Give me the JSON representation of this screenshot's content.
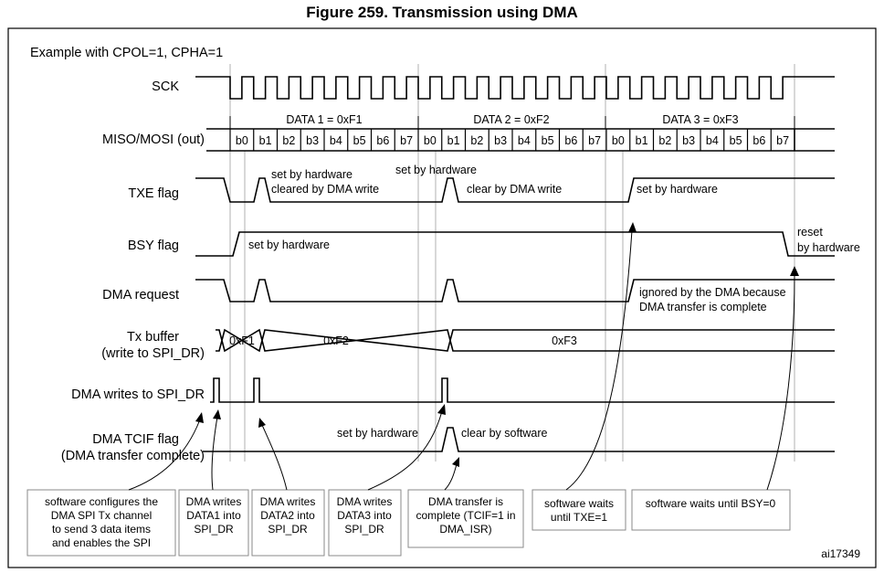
{
  "figure": {
    "title": "Figure 259. Transmission using DMA",
    "example": "Example with CPOL=1, CPHA=1",
    "ref_id": "ai17349"
  },
  "signals": {
    "sck": "SCK",
    "miso_mosi": "MISO/MOSI (out)",
    "txe": "TXE flag",
    "bsy": "BSY flag",
    "dma_request": "DMA request",
    "tx_buffer_1": "Tx buffer",
    "tx_buffer_2": "(write to SPI_DR)",
    "dma_writes": "DMA writes to SPI_DR",
    "tcif_1": "DMA TCIF flag",
    "tcif_2": "(DMA transfer complete)"
  },
  "data_frames": [
    "DATA 1 = 0xF1",
    "DATA 2 = 0xF2",
    "DATA 3 = 0xF3"
  ],
  "bits": [
    "b0",
    "b1",
    "b2",
    "b3",
    "b4",
    "b5",
    "b6",
    "b7"
  ],
  "tx_values": [
    "0xF1",
    "0xF2",
    "0xF3"
  ],
  "annotations": {
    "txe_set_hw_1": "set by hardware",
    "txe_cleared_dma": "cleared by DMA write",
    "txe_set_hw_2": "set by hardware",
    "txe_clear_dma": "clear by DMA write",
    "txe_set_hw_3": "set by hardware",
    "bsy_set_hw": "set by hardware",
    "bsy_reset_1": "reset",
    "bsy_reset_2": "by hardware",
    "dma_ignored_1": "ignored by the DMA because",
    "dma_ignored_2": "DMA transfer is complete",
    "tcif_set_hw": "set by hardware",
    "tcif_clear_sw": "clear by software"
  },
  "notes": [
    {
      "lines": [
        "software configures the",
        "DMA SPI Tx channel",
        "to send 3 data items",
        "and enables the SPI"
      ]
    },
    {
      "lines": [
        "DMA writes",
        "DATA1 into",
        "SPI_DR"
      ]
    },
    {
      "lines": [
        "DMA writes",
        "DATA2 into",
        "SPI_DR"
      ]
    },
    {
      "lines": [
        "DMA writes",
        "DATA3 into",
        "SPI_DR"
      ]
    },
    {
      "lines": [
        "DMA transfer is",
        "complete (TCIF=1 in",
        "DMA_ISR)"
      ]
    },
    {
      "lines": [
        "software waits",
        "until TXE=1"
      ]
    },
    {
      "lines": [
        "software waits until BSY=0"
      ]
    }
  ]
}
